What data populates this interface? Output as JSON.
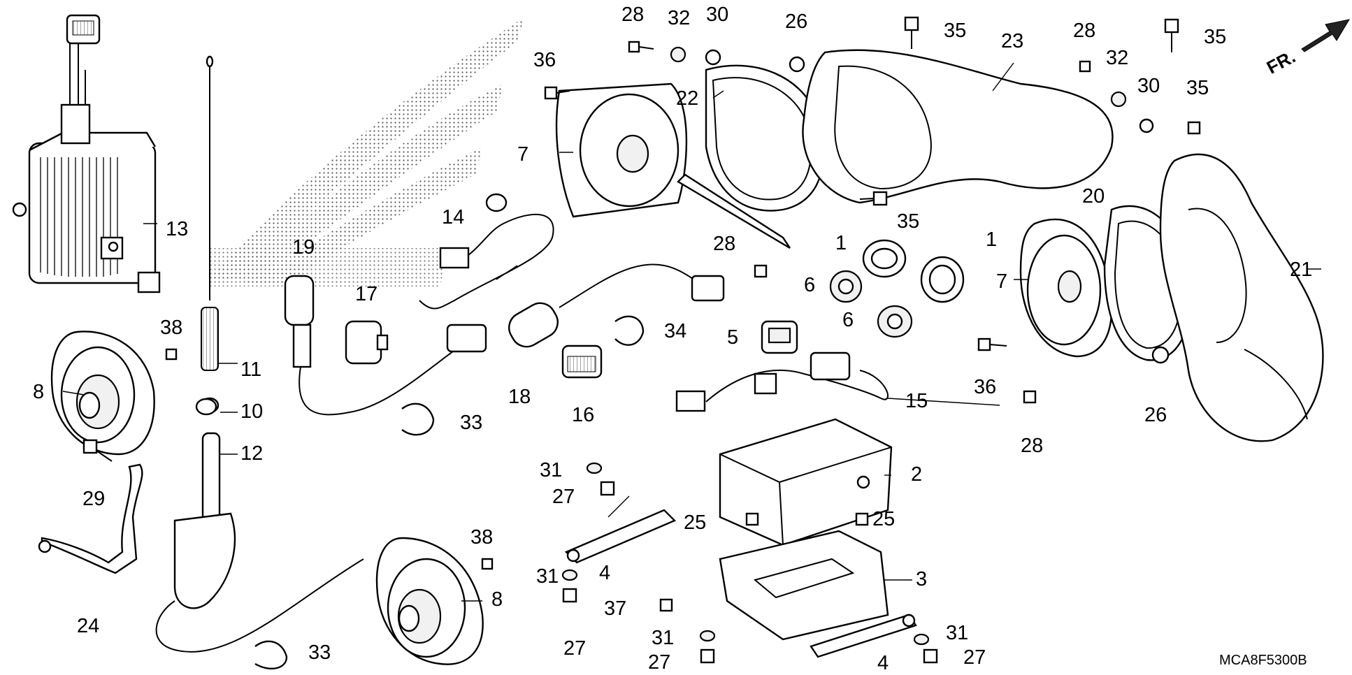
{
  "diagram": {
    "code": "MCA8F5300B",
    "front_indicator": "FR.",
    "callouts": [
      {
        "part": "1"
      },
      {
        "part": "1"
      },
      {
        "part": "2"
      },
      {
        "part": "3"
      },
      {
        "part": "4"
      },
      {
        "part": "4"
      },
      {
        "part": "5"
      },
      {
        "part": "6"
      },
      {
        "part": "6"
      },
      {
        "part": "7"
      },
      {
        "part": "7"
      },
      {
        "part": "8"
      },
      {
        "part": "8"
      },
      {
        "part": "10"
      },
      {
        "part": "11"
      },
      {
        "part": "12"
      },
      {
        "part": "13"
      },
      {
        "part": "14"
      },
      {
        "part": "15"
      },
      {
        "part": "16"
      },
      {
        "part": "17"
      },
      {
        "part": "18"
      },
      {
        "part": "19"
      },
      {
        "part": "20"
      },
      {
        "part": "21"
      },
      {
        "part": "22"
      },
      {
        "part": "23"
      },
      {
        "part": "24"
      },
      {
        "part": "25"
      },
      {
        "part": "25"
      },
      {
        "part": "26"
      },
      {
        "part": "26"
      },
      {
        "part": "27"
      },
      {
        "part": "27"
      },
      {
        "part": "27"
      },
      {
        "part": "27"
      },
      {
        "part": "28"
      },
      {
        "part": "28"
      },
      {
        "part": "28"
      },
      {
        "part": "28"
      },
      {
        "part": "29"
      },
      {
        "part": "30"
      },
      {
        "part": "30"
      },
      {
        "part": "31"
      },
      {
        "part": "31"
      },
      {
        "part": "31"
      },
      {
        "part": "31"
      },
      {
        "part": "32"
      },
      {
        "part": "32"
      },
      {
        "part": "33"
      },
      {
        "part": "33"
      },
      {
        "part": "34"
      },
      {
        "part": "35"
      },
      {
        "part": "35"
      },
      {
        "part": "35"
      },
      {
        "part": "35"
      },
      {
        "part": "36"
      },
      {
        "part": "36"
      },
      {
        "part": "37"
      },
      {
        "part": "38"
      },
      {
        "part": "38"
      }
    ]
  }
}
